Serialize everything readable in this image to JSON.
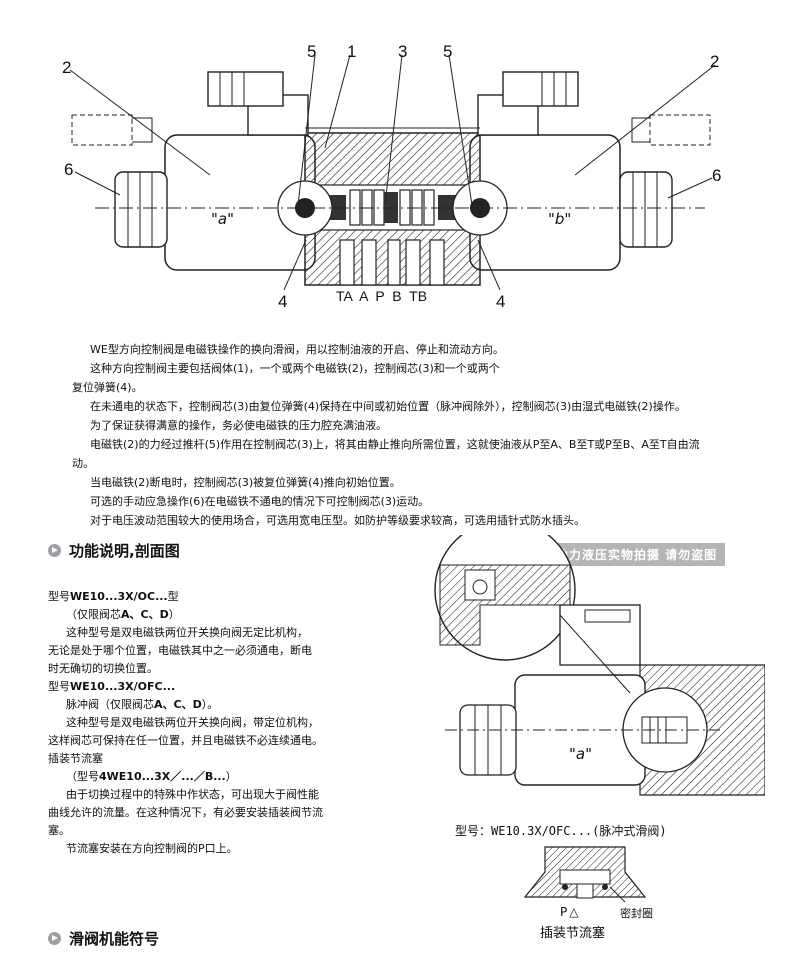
{
  "top_diagram": {
    "labels": {
      "n5_left": "5",
      "n1": "1",
      "n3": "3",
      "n5_right": "5",
      "n2_left": "2",
      "n2_right": "2",
      "n6_left": "6",
      "n6_right": "6",
      "n4_left": "4",
      "n4_right": "4",
      "a": "\"a\"",
      "b": "\"b\"",
      "ports": "TA  A  P  B  TB"
    }
  },
  "intro": [
    "WE型方向控制阀是电磁铁操作的换向滑阀，用以控制油液的开启、停止和流动方向。",
    "这种方向控制阀主要包括阀体(1)，一个或两个电磁铁(2)，控制阀芯(3)和一个或两个",
    "复位弹簧(4)。",
    "在未通电的状态下，控制阀芯(3)由复位弹簧(4)保持在中间或初始位置（脉冲阀除外），控制阀芯(3)由湿式电磁铁(2)操作。",
    "为了保证获得满意的操作，务必使电磁铁的压力腔充满油液。",
    "电磁铁(2)的力经过推杆(5)作用在控制阀芯(3)上，将其由静止推向所需位置，这就使油液从P至A、B至T或P至B、A至T自由流",
    "动。",
    "当电磁铁(2)断电时，控制阀芯(3)被复位弹簧(4)推向初始位置。",
    "可选的手动应急操作(6)在电磁铁不通电的情况下可控制阀芯(3)运动。",
    "对于电压波动范围较大的使用场合，可选用宽电压型。如防护等级要求较高，可选用插针式防水插头。"
  ],
  "section1": {
    "title": "功能说明,剖面图"
  },
  "watermark": "油力液压实物拍摄 请勿盗图",
  "models": {
    "m1_prefix": "型号",
    "m1_code": "WE10...3X/OC...",
    "m1_suffix": "型",
    "m1_l1a": "（仅限阀芯",
    "m1_l1b": "A、C、D",
    "m1_l1c": "）",
    "m1_l2": "这种型号是双电磁铁两位开关换向阀无定比机构，",
    "m1_l3": "无论是处于哪个位置，电磁铁其中之一必须通电，断电",
    "m1_l4": "时无确切的切换位置。",
    "m2_prefix": "型号",
    "m2_code": "WE10...3X/OFC...",
    "m2_l1a": "脉冲阀（仅限阀芯",
    "m2_l1b": "A、C、D",
    "m2_l1c": "）。",
    "m2_l2": "这种型号是双电磁铁两位开关换向阀，带定位机构，",
    "m2_l3": "这样阀芯可保持在任一位置，并且电磁铁不必连续通电。",
    "m3_title": "插装节流塞",
    "m3_l1a": "（型号",
    "m3_l1b": "4WE10...3X／...／B...",
    "m3_l1c": "）",
    "m3_l2": "由于切换过程中的特殊中作状态，可出现大于阀性能",
    "m3_l3": "曲线允许的流量。在这种情况下，有必要安装插装阀节流",
    "m3_l4": "塞。",
    "m3_l5": "节流塞安装在方向控制阀的P口上。"
  },
  "right_figure": {
    "a_label": "\"a\"",
    "caption": "型号：WE10.3X/OFC...(脉冲式滑阀)"
  },
  "plug_figure": {
    "p_label": "P",
    "seal_label": "密封圈",
    "caption": "插装节流塞"
  },
  "section2": {
    "title": "滑阀机能符号"
  }
}
